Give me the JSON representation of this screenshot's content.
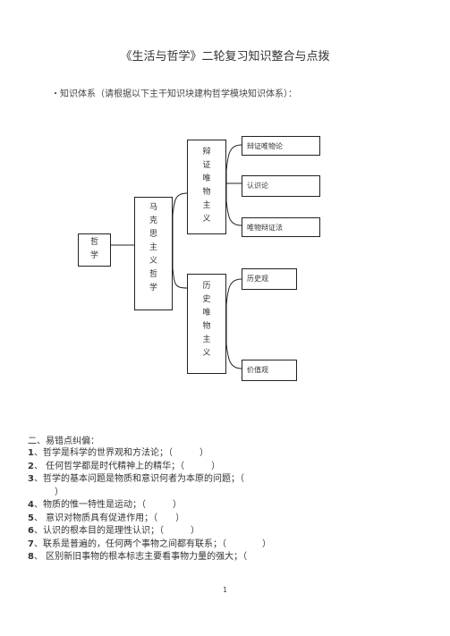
{
  "doc": {
    "title": "《生活与哲学》二轮复习知识整合与点拨",
    "section1": "・知识体系（请根据以下主干知识块建构哲学模块知识体系）：",
    "section2": "二、易错点纠偏：",
    "page_number": "1"
  },
  "diagram": {
    "root": "哲\n学",
    "marxist": "马\n克\n思\n主\n义\n哲\n学",
    "dialectical": "辩\n证\n唯\n物\n主\n义",
    "historical": "历\n史\n唯\n物\n主\n义",
    "leaf1": "辩证唯物论",
    "leaf2": "认识论",
    "leaf3": "唯物辩证法",
    "leaf4": "历史观",
    "leaf5": "价值观"
  },
  "items": [
    {
      "num": "1",
      "text": "、哲学是科学的世界观和方法论；（　　　）"
    },
    {
      "num": "2",
      "text": "、 任何哲学都是时代精神上的精华；（　　　）"
    },
    {
      "num": "3",
      "text": "、哲学的基本问题是物质和意识何者为本原的问题；（"
    },
    {
      "num": "",
      "text": "）"
    },
    {
      "num": "4",
      "text": "、物质的惟一特性是运动；（　　　）"
    },
    {
      "num": "5",
      "text": "、 意识对物质具有促进作用；（　　）"
    },
    {
      "num": "6",
      "text": "、认识的根本目的是理性认识；（　　　）"
    },
    {
      "num": "7",
      "text": "、联系是普遍的，任何两个事物之间都有联系；（　　　　）"
    },
    {
      "num": "8",
      "text": "、 区别新旧事物的根本标志主要看事物力量的强大；（"
    }
  ]
}
